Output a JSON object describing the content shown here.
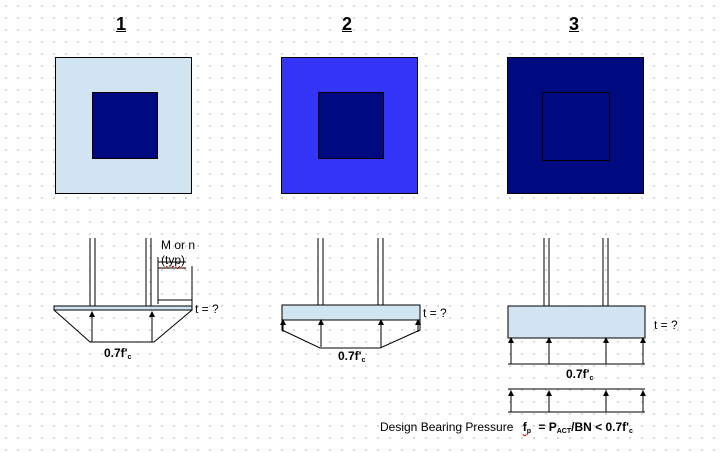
{
  "panels": [
    {
      "number": "1",
      "footing_fill": "#d0e4f2",
      "column_fill": "#000a80",
      "bearing_label": "0.7f'",
      "bearing_sub": "c",
      "thickness_label": "t = ?"
    },
    {
      "number": "2",
      "footing_fill": "#3535f8",
      "column_fill": "#000a80",
      "bearing_label": "0.7f'",
      "bearing_sub": "c",
      "thickness_label": "t = ?"
    },
    {
      "number": "3",
      "footing_fill": "#000a80",
      "column_fill": "#000a80",
      "bearing_label": "0.7f'",
      "bearing_sub": "c",
      "thickness_label": "t = ?"
    }
  ],
  "cantilever_label": {
    "line1": "M or n",
    "line2": "(typ)"
  },
  "design_note": {
    "prefix": "Design Bearing Pressure",
    "f": "f",
    "f_sub": "p",
    "eq": "= P",
    "p_sub": "ACT",
    "rest": "/BN < 0.7f'",
    "c_sub": "c"
  }
}
